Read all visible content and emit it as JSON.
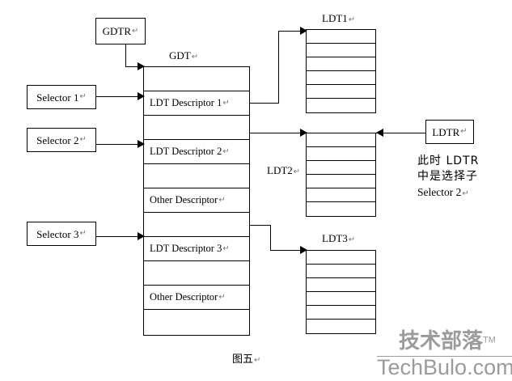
{
  "figure": {
    "caption": "图五",
    "caption_cr": "↵"
  },
  "registers": {
    "gdtr": {
      "label": "GDTR",
      "cr": "↵"
    },
    "ldtr": {
      "label": "LDTR",
      "cr": "↵"
    }
  },
  "selectors": [
    {
      "label": "Selector 1",
      "cr": "↵"
    },
    {
      "label": "Selector 2",
      "cr": "↵"
    },
    {
      "label": "Selector 3",
      "cr": "↵"
    }
  ],
  "gdt": {
    "title": "GDT",
    "title_cr": "↵",
    "rows": [
      {
        "label": "",
        "cr": ""
      },
      {
        "label": "LDT Descriptor 1",
        "cr": "↵"
      },
      {
        "label": "",
        "cr": ""
      },
      {
        "label": "LDT Descriptor 2",
        "cr": "↵"
      },
      {
        "label": "",
        "cr": ""
      },
      {
        "label": "Other Descriptor",
        "cr": "↵"
      },
      {
        "label": "",
        "cr": ""
      },
      {
        "label": "LDT Descriptor 3",
        "cr": "↵"
      },
      {
        "label": "",
        "cr": ""
      },
      {
        "label": "Other Descriptor",
        "cr": "↵"
      },
      {
        "label": "",
        "cr": ""
      }
    ]
  },
  "ldts": [
    {
      "title": "LDT1",
      "title_cr": "↵",
      "row_count": 6
    },
    {
      "title": "LDT2",
      "title_cr": "↵",
      "row_count": 6
    },
    {
      "title": "LDT3",
      "title_cr": "↵",
      "row_count": 6
    }
  ],
  "annotation": {
    "line1": "此时  LDTR",
    "line2": "中是选择子",
    "line3": "Selector 2",
    "line3_cr": "↵"
  },
  "watermark": {
    "cn": "技术部落",
    "tm": "TM",
    "en": "TechBulo.com"
  },
  "colors": {
    "stroke": "#000000",
    "background": "#ffffff",
    "watermark": "#9b9b9b",
    "cr_mark": "#777777"
  }
}
